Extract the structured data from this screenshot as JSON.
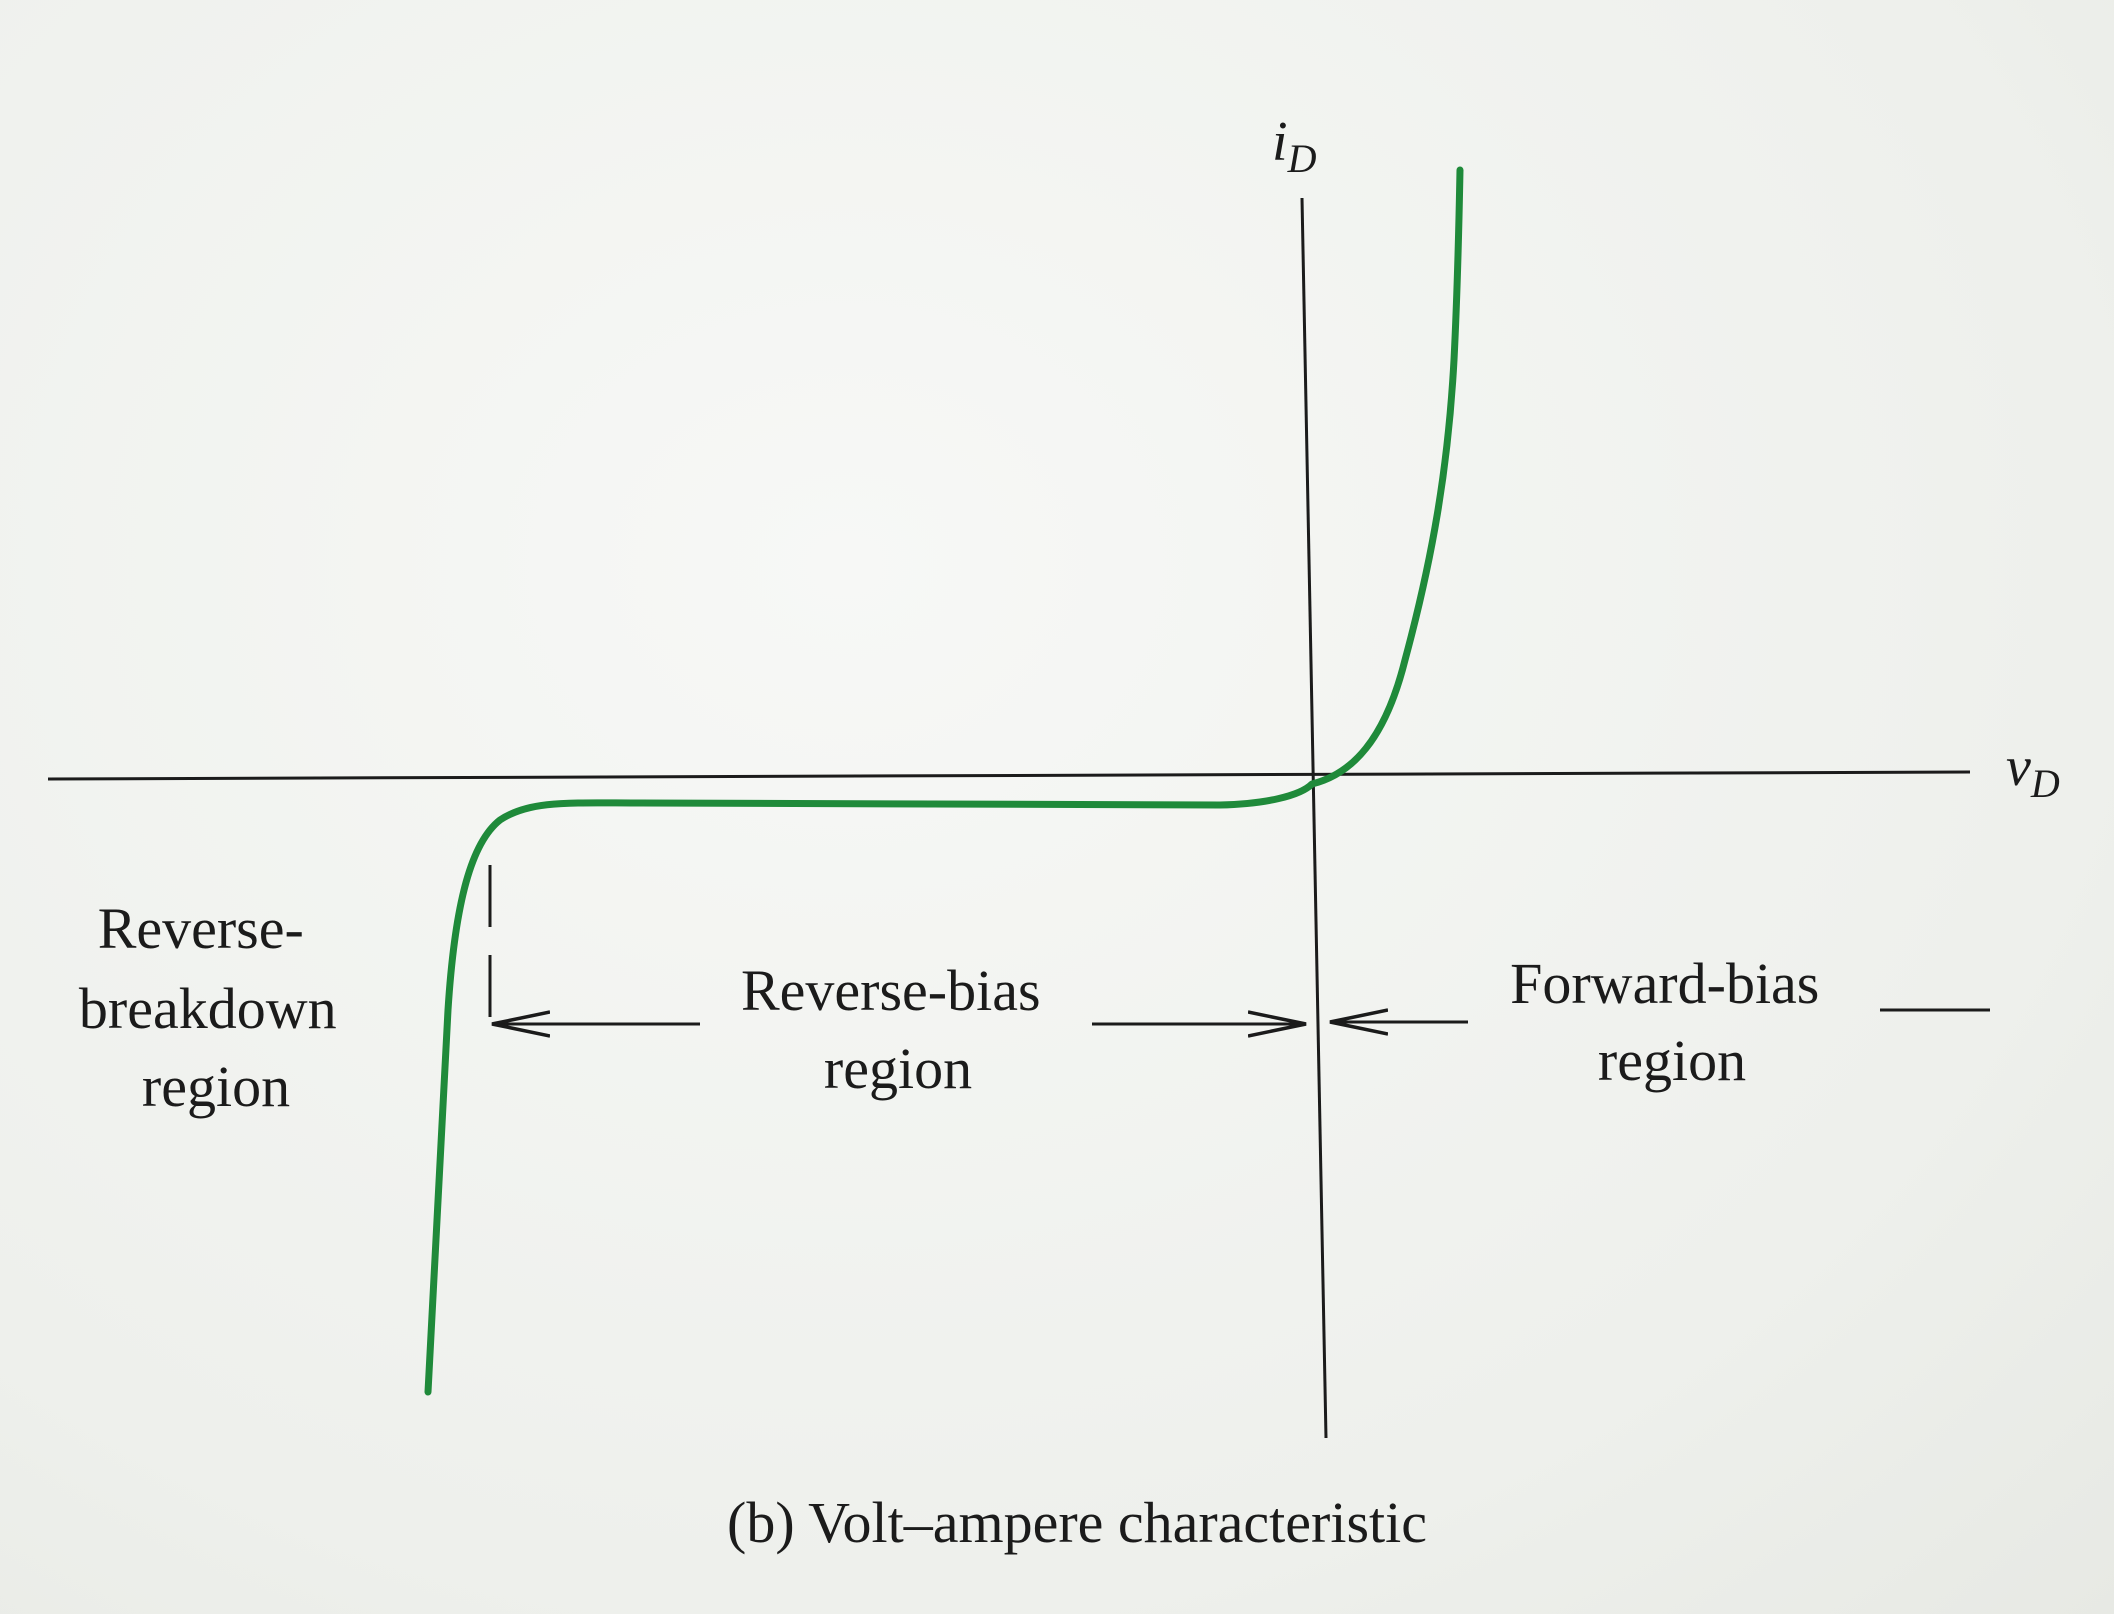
{
  "diagram": {
    "axes": {
      "y_axis": {
        "symbol": "i",
        "subscript": "D"
      },
      "x_axis": {
        "symbol": "v",
        "subscript": "D"
      }
    },
    "regions": {
      "reverse_breakdown": {
        "line1": "Reverse-",
        "line2": "breakdown",
        "line3": "region"
      },
      "reverse_bias": {
        "line1": "Reverse-bias",
        "line2": "region"
      },
      "forward_bias": {
        "line1": "Forward-bias",
        "line2": "region"
      }
    },
    "caption": "(b) Volt–ampere characteristic",
    "colors": {
      "curve": "#1f8a3a",
      "ink": "#1b1b1b",
      "paper": "#f1f2ef"
    }
  }
}
